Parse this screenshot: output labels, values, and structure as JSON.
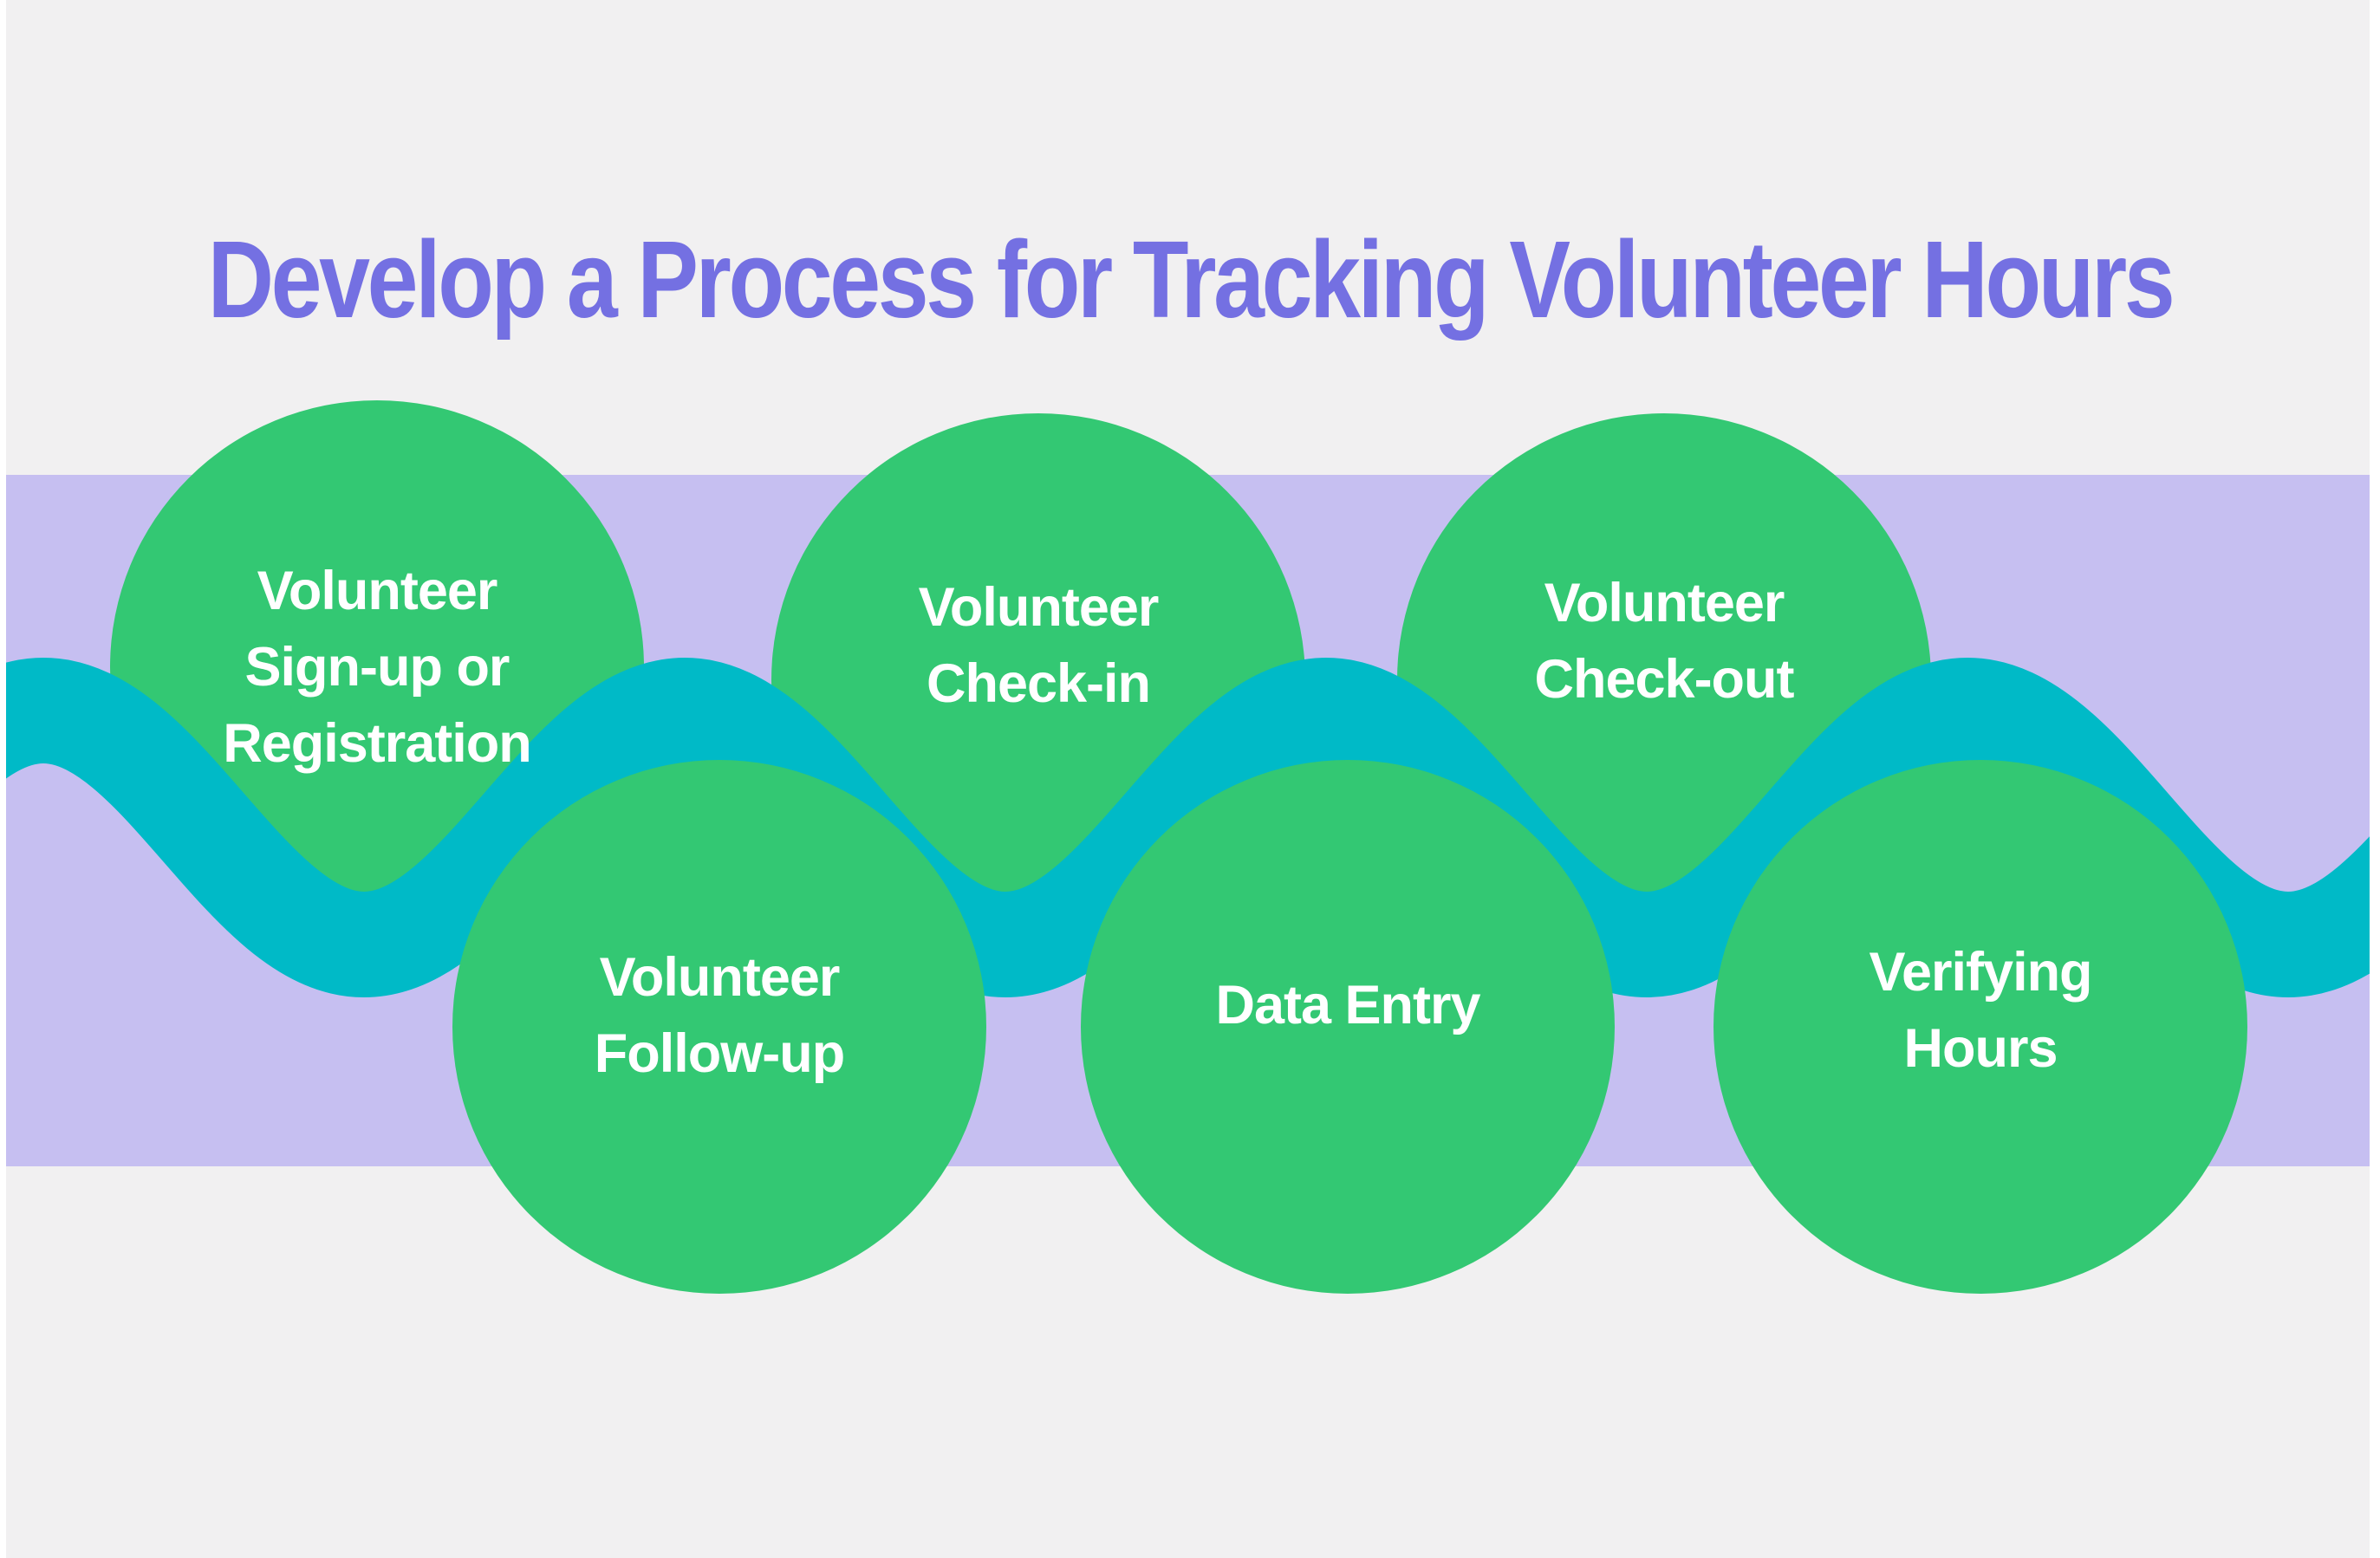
{
  "page": {
    "title": "Develop a Process for Tracking Volunteer Hours"
  },
  "colors": {
    "background": "#F1F0F1",
    "page": "#FFFFFF",
    "band": "#C6BFF1",
    "wave": "#00BAC7",
    "circle": "#33C873",
    "title": "#7470E2",
    "label": "#FFFFFF"
  },
  "diagram": {
    "type": "process-flow",
    "shape": "alternating circles on a sine wave ribbon",
    "steps": [
      {
        "name": "volunteer-signup",
        "row": "top",
        "lines": [
          "Volunteer",
          "Sign-up or",
          "Registration"
        ]
      },
      {
        "name": "volunteer-check-in",
        "row": "top",
        "lines": [
          "Volunteer",
          "Check-in"
        ]
      },
      {
        "name": "volunteer-check-out",
        "row": "top",
        "lines": [
          "Volunteer",
          "Check-out"
        ]
      },
      {
        "name": "volunteer-follow-up",
        "row": "bottom",
        "lines": [
          "Volunteer",
          "Follow-up"
        ]
      },
      {
        "name": "data-entry",
        "row": "bottom",
        "lines": [
          "Data Entry"
        ]
      },
      {
        "name": "verifying-hours",
        "row": "bottom",
        "lines": [
          "Verifying",
          "Hours"
        ]
      }
    ]
  }
}
